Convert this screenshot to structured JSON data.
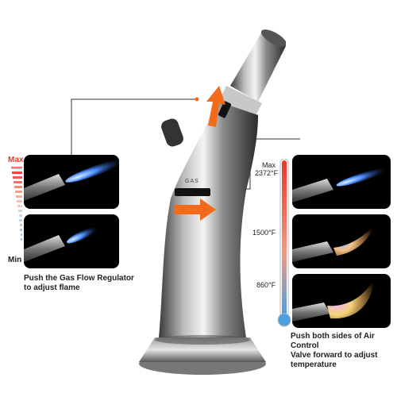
{
  "left": {
    "scale_max": "Max",
    "scale_min": "Min",
    "caption_line1": "Push the Gas Flow Regulator",
    "caption_line2": "to adjust flame"
  },
  "right": {
    "thermo_max": "Max",
    "temp_high": "2372°F",
    "temp_mid": "1500°F",
    "temp_low": "860°F",
    "caption_line1": "Push both sides of Air Control",
    "caption_line2": "Valve forward to adjust",
    "caption_line3": "temperature"
  },
  "torch": {
    "gas_label": "GAS"
  },
  "colors": {
    "arrow": "#f26a1b",
    "scale_top": "#e8362a",
    "scale_bottom": "#8fc7ea",
    "panel_bg": "#000000"
  }
}
